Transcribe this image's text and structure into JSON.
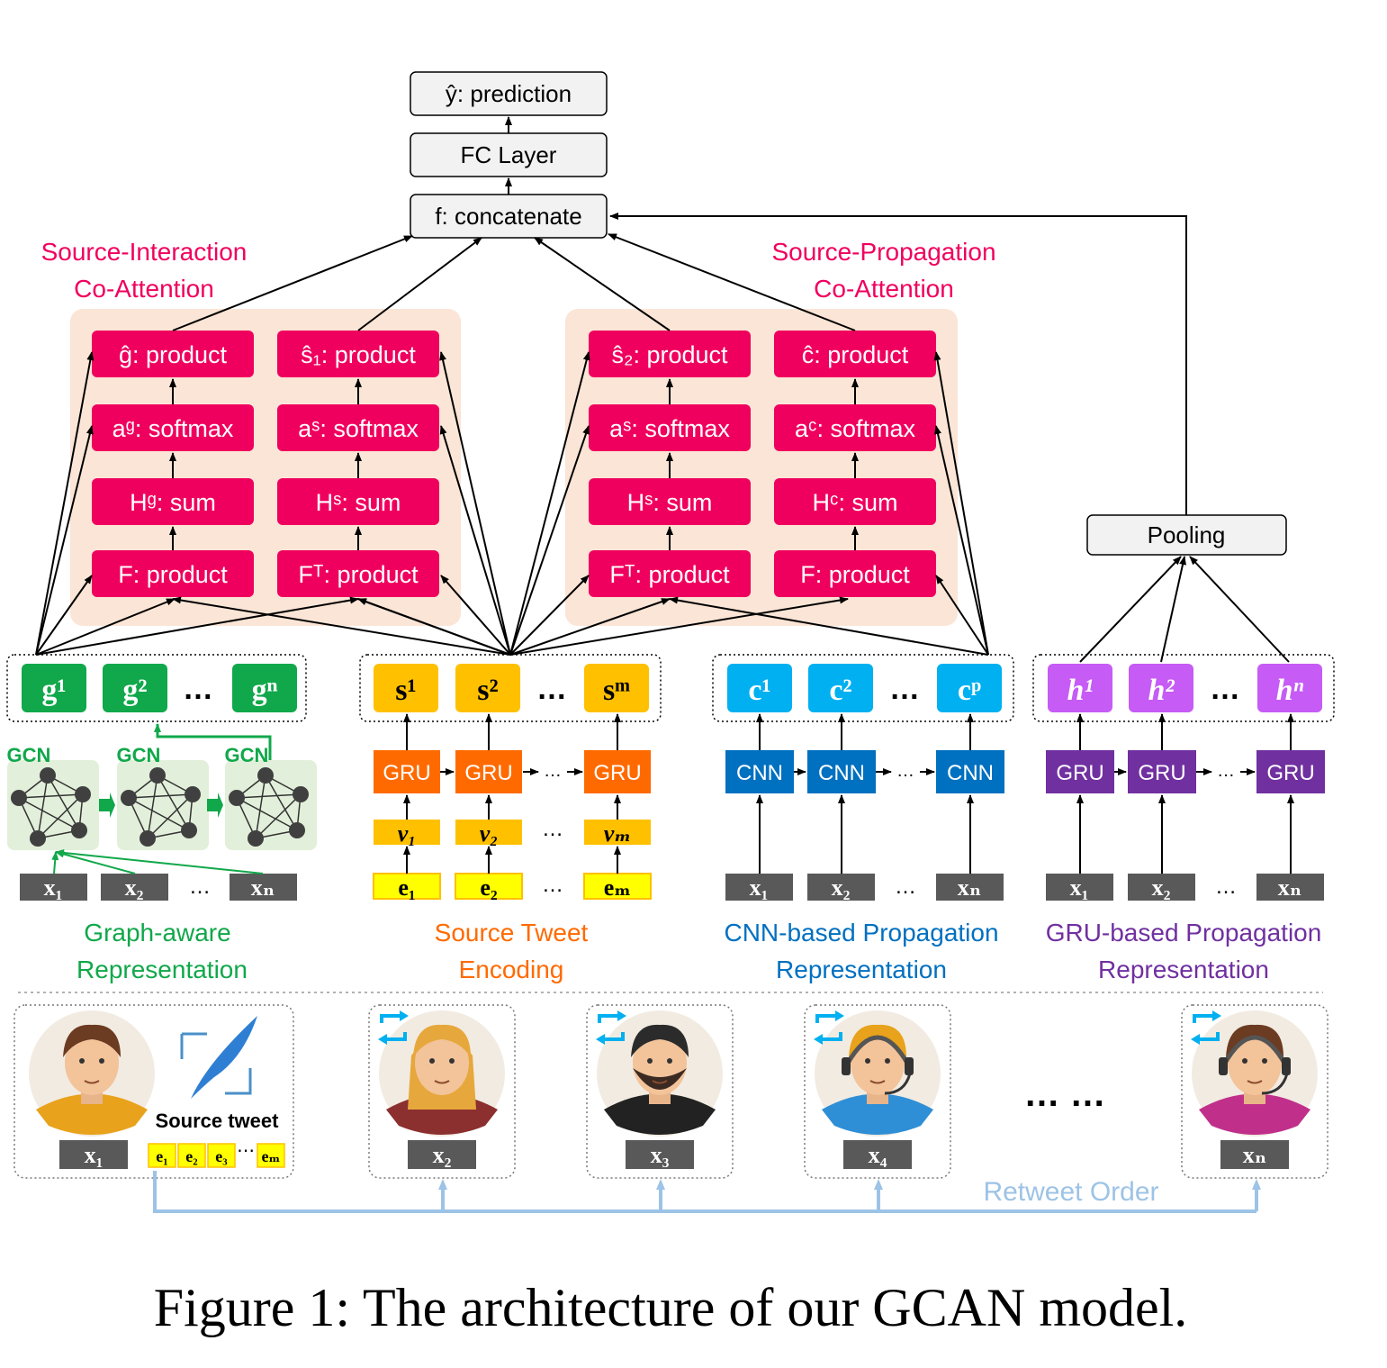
{
  "top": {
    "prediction": "ŷ: prediction",
    "fc": "FC Layer",
    "concat": "f: concatenate",
    "pooling": "Pooling"
  },
  "coatt": {
    "left_title": [
      "Source-Interaction",
      "Co-Attention"
    ],
    "right_title": [
      "Source-Propagation",
      "Co-Attention"
    ],
    "left_col1": [
      "ĝ: product",
      "aᵍ: softmax",
      "Hᵍ: sum",
      "F: product"
    ],
    "left_col2": [
      "ŝ₁: product",
      "aˢ: softmax",
      "Hˢ: sum",
      "Fᵀ: product"
    ],
    "right_col1": [
      "ŝ₂: product",
      "aˢ: softmax",
      "Hˢ: sum",
      "Fᵀ: product"
    ],
    "right_col2": [
      "ĉ: product",
      "aᶜ: softmax",
      "Hᶜ: sum",
      "F: product"
    ]
  },
  "reps": {
    "g": [
      "g¹",
      "g²",
      "…",
      "gⁿ"
    ],
    "s": [
      "s¹",
      "s²",
      "…",
      "sᵐ"
    ],
    "c": [
      "c¹",
      "c²",
      "…",
      "cᵖ"
    ],
    "h": [
      "h¹",
      "h²",
      "…",
      "hⁿ"
    ]
  },
  "modules": {
    "gcn": "GCN",
    "gru": "GRU",
    "cnn": "CNN",
    "dots": "…"
  },
  "inputs": {
    "x": [
      "x₁",
      "x₂",
      "…",
      "xₙ"
    ],
    "v": [
      "v₁",
      "v₂",
      "…",
      "vₘ"
    ],
    "e": [
      "e₁",
      "e₂",
      "…",
      "eₘ"
    ]
  },
  "section_labels": {
    "graph": [
      "Graph-aware",
      "Representation"
    ],
    "source": [
      "Source Tweet",
      "Encoding"
    ],
    "cnn": [
      "CNN-based Propagation",
      "Representation"
    ],
    "gru": [
      "GRU-based Propagation",
      "Representation"
    ]
  },
  "users": {
    "source_tweet": "Source tweet",
    "ids": [
      "x₁",
      "x₂",
      "x₃",
      "x₄",
      "xₙ"
    ],
    "tweet_tokens": [
      "e₁",
      "e₂",
      "e₃",
      "⋯",
      "eₘ"
    ],
    "ellipsis": "…  …",
    "retweet_order": "Retweet Order"
  },
  "caption": "Figure 1: The architecture of our GCAN model.",
  "colors": {
    "pink": "#f0005e",
    "green": "#10a84a",
    "orange": "#ff6a00",
    "yellow": "#ffc000",
    "lightyellow": "#ffff00",
    "cyan": "#00b0f0",
    "blue": "#0070c0",
    "purple": "#7030a0",
    "violet": "#c65bf5",
    "gray": "#595959",
    "peach": "#fbe5d6",
    "lightgreen": "#e2efda",
    "retweet": "#9dc3e6"
  }
}
